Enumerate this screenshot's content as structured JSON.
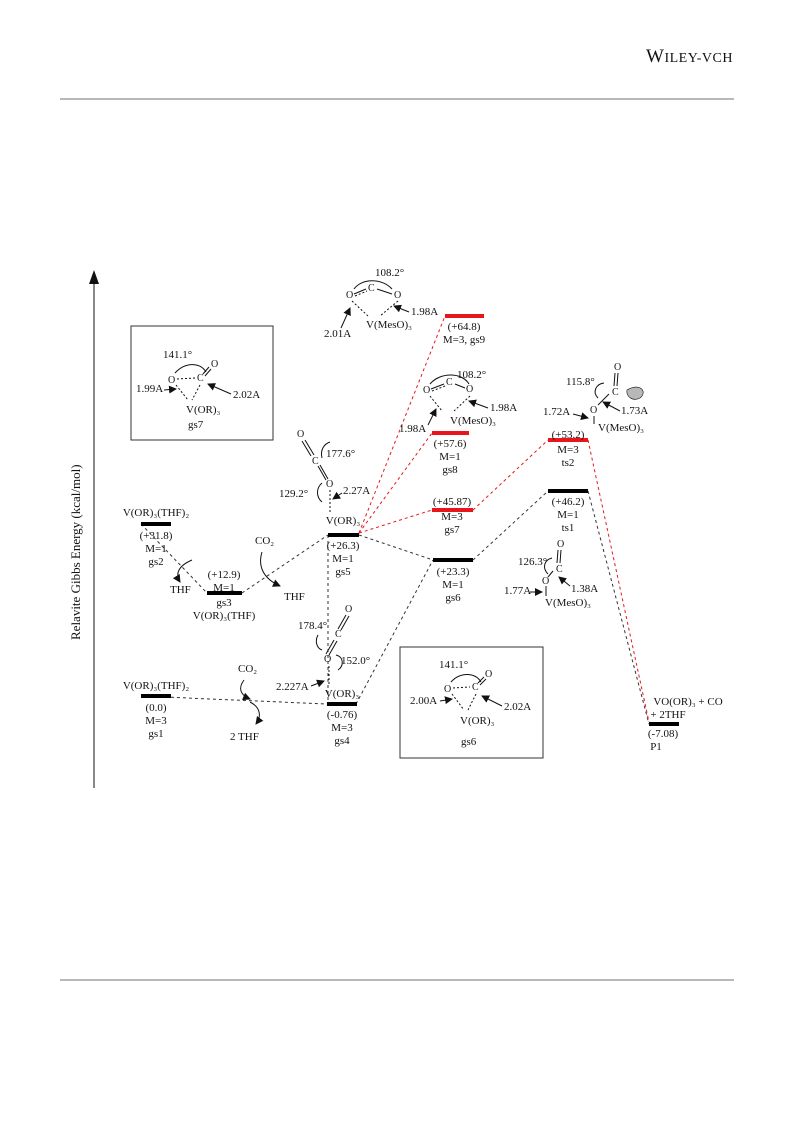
{
  "header": {
    "publisher_main": "W",
    "publisher_small": "ILEY",
    "publisher_tail": "-VCH"
  },
  "axis": {
    "ylabel": "Relavite Gibbs Energy (kcal/mol)"
  },
  "colors": {
    "ground_level": "#000000",
    "triplet_level": "#e8161b",
    "triplet_link": "#e8161b",
    "link": "#333333",
    "frame": "#333333"
  },
  "levels": {
    "gs1": {
      "species": "V(OR)₃(THF)₂",
      "energy": "(0.0)",
      "mult": "M=3",
      "name": "gs1"
    },
    "gs2": {
      "species": "V(OR)₃(THF)₂",
      "energy": "(+31.8)",
      "mult": "M=1",
      "name": "gs2"
    },
    "gs3": {
      "species": "V(OR)₃(THF)",
      "energy": "(+12.9)",
      "mult": "M=1",
      "name": "gs3"
    },
    "gs4": {
      "species": "V(OR)₃",
      "energy": "(-0.76)",
      "mult": "M=3",
      "name": "gs4"
    },
    "gs5": {
      "species": "V(OR)₃",
      "energy": "(+26.3)",
      "mult": "M=1",
      "name": "gs5"
    },
    "gs6": {
      "energy": "(+23.3)",
      "mult": "M=1",
      "name": "gs6"
    },
    "gs7": {
      "energy": "(+45.87)",
      "mult": "M=3",
      "name": "gs7"
    },
    "gs8": {
      "energy": "(+57.6)",
      "mult": "M=1",
      "name": "gs8"
    },
    "gs9": {
      "energy": "(+64.8)",
      "mult": "M=3, gs9"
    },
    "ts1": {
      "energy": "(+46.2)",
      "mult": "M=1",
      "name": "ts1"
    },
    "ts2": {
      "energy": "(+53.2)",
      "mult": "M=3",
      "name": "ts2"
    },
    "p1": {
      "species_line1": "VO(OR)₃ + CO",
      "species_line2": "+ 2THF",
      "energy": "(-7.08)",
      "name": "P1"
    }
  },
  "reagents": {
    "co2_a": "CO₂",
    "thf_a": "THF",
    "co2_b": "CO₂",
    "thf_b": "THF",
    "co2_c": "CO₂",
    "thf_c": "2 THF"
  },
  "structures": {
    "gs7_box": {
      "angle": "141.1°",
      "bond_left": "1.99A",
      "bond_right": "2.02A",
      "metal": "V(OR)₃",
      "name": "gs7"
    },
    "gs6_box": {
      "angle": "141.1°",
      "bond_left": "2.00A",
      "bond_right": "2.02A",
      "metal": "V(OR)₃",
      "name": "gs6"
    },
    "gs9": {
      "angle": "108.2°",
      "bond_left": "2.01A",
      "bond_right": "1.98A",
      "metal": "V(MesO)₃"
    },
    "gs8": {
      "angle": "108.2°",
      "bond_left": "1.98A",
      "bond_right": "1.98A",
      "metal": "V(MesO)₃"
    },
    "gs5": {
      "angle_top": "177.6°",
      "angle_side": "129.2°",
      "bond": "2.27A",
      "metal": "V(OR)₃"
    },
    "gs4": {
      "angle_top": "178.4°",
      "angle_side": "152.0°",
      "bond": "2.227A",
      "metal": "V(OR)₃"
    },
    "ts2": {
      "angle": "115.8°",
      "bond_left": "1.72A",
      "bond_right": "1.73A",
      "metal": "V(MesO)₃"
    },
    "ts1": {
      "angle": "126.3°",
      "bond_left": "1.77A",
      "bond_right": "1.38A",
      "metal": "V(MesO)₃"
    }
  },
  "atoms": {
    "O": "O",
    "C": "C"
  }
}
